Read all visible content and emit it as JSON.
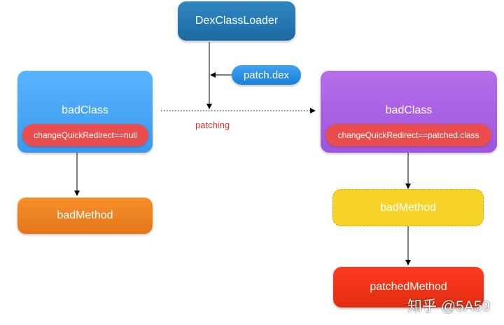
{
  "nodes": {
    "dex_class_loader": "DexClassLoader",
    "patch_dex": "patch.dex",
    "bad_class_left": "badClass",
    "change_quick_redirect_null": "changeQuickRedirect==null",
    "bad_class_right": "badClass",
    "change_quick_redirect_patched": "changeQuickRedirect==patched.class",
    "bad_method_left": "badMethod",
    "bad_method_right": "badMethod",
    "patched_method": "patchedMethod"
  },
  "labels": {
    "patching": "patching"
  },
  "watermark": "知乎 @5A59",
  "colors": {
    "dex_class_loader": "#1f6aa3",
    "patch_dex": "#1a7fd6",
    "bad_class_left": "#4aa8f8",
    "bad_class_right": "#a95fe4",
    "redirect_pill": "#ea4d4d",
    "bad_method_left": "#ee8322",
    "bad_method_right": "#f6d327",
    "patched_method": "#f0341a",
    "patching_text": "#e62d2d"
  }
}
